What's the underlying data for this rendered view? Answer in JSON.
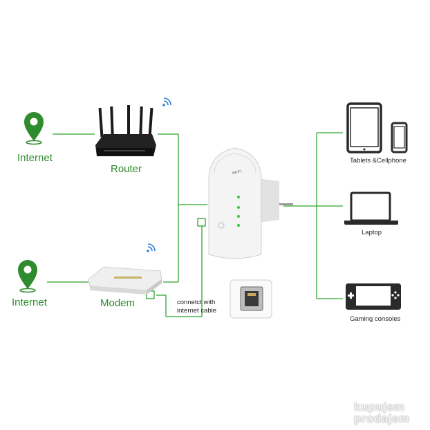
{
  "colors": {
    "line": "#2fa32f",
    "pin": "#2e8b2e"
  },
  "labels": {
    "internet_top": "Internet",
    "internet_bottom": "Internet",
    "router": "Router",
    "modem": "Modem",
    "cable_note_line1": "connetct with",
    "cable_note_line2": "internet cable",
    "tablets": "Tablets &Cellphone",
    "laptop": "Laptop",
    "gaming": "Gaming consoles"
  },
  "watermark": {
    "line1": "kupujem",
    "line2": "prodajem"
  },
  "icons": [
    "location-pin-icon",
    "wifi-signal-icon",
    "tablet-icon",
    "cellphone-icon",
    "laptop-icon",
    "gamepad-icon",
    "ethernet-port-icon"
  ]
}
